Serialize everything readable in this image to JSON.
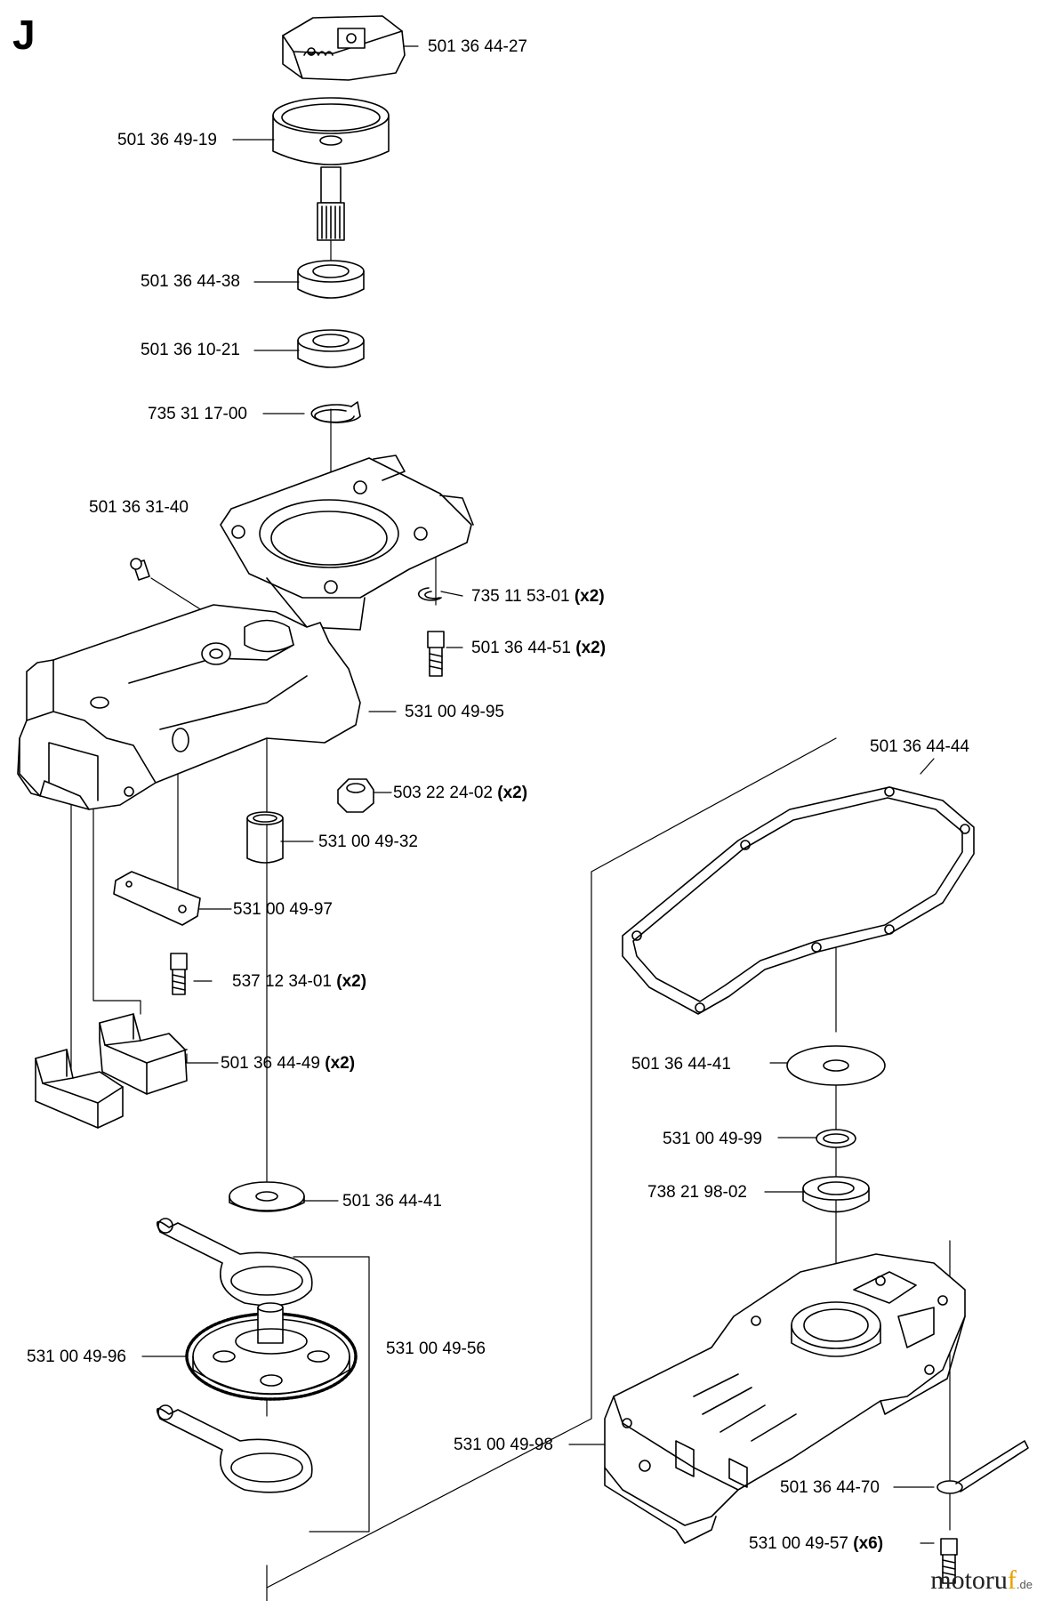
{
  "section_letter": "J",
  "watermark": {
    "brand_prefix": "motoru",
    "brand_f": "f",
    "tld": ".de"
  },
  "parts": [
    {
      "number": "501 36 44-27",
      "qty": ""
    },
    {
      "number": "501 36 49-19",
      "qty": ""
    },
    {
      "number": "501 36 44-38",
      "qty": ""
    },
    {
      "number": "501 36 10-21",
      "qty": ""
    },
    {
      "number": "735 31 17-00",
      "qty": ""
    },
    {
      "number": "501 36 31-40",
      "qty": ""
    },
    {
      "number": "735 11 53-01",
      "qty": "(x2)"
    },
    {
      "number": "501 36 44-51",
      "qty": "(x2)"
    },
    {
      "number": "531 00 49-95",
      "qty": ""
    },
    {
      "number": "503 22 24-02",
      "qty": "(x2)"
    },
    {
      "number": "531 00 49-32",
      "qty": ""
    },
    {
      "number": "531 00 49-97",
      "qty": ""
    },
    {
      "number": "537 12 34-01",
      "qty": "(x2)"
    },
    {
      "number": "501 36 44-49",
      "qty": "(x2)"
    },
    {
      "number": "501 36 44-41",
      "qty": ""
    },
    {
      "number": "531 00 49-56",
      "qty": ""
    },
    {
      "number": "531 00 49-96",
      "qty": ""
    },
    {
      "number": "501 36 44-44",
      "qty": ""
    },
    {
      "number": "501 36 44-41",
      "qty": ""
    },
    {
      "number": "531 00 49-99",
      "qty": ""
    },
    {
      "number": "738 21 98-02",
      "qty": ""
    },
    {
      "number": "531 00 49-98",
      "qty": ""
    },
    {
      "number": "501 36 44-70",
      "qty": ""
    },
    {
      "number": "531 00 49-57",
      "qty": "(x6)"
    }
  ]
}
